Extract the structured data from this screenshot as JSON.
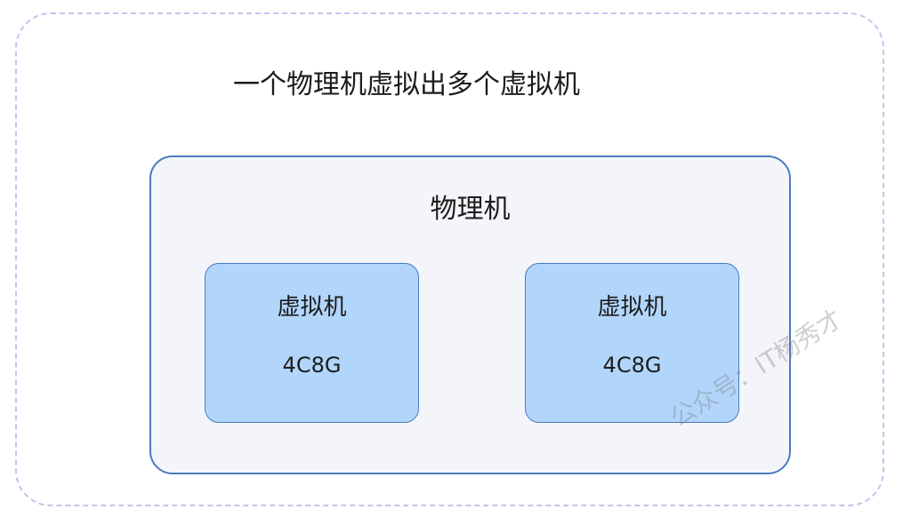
{
  "diagram": {
    "title": "一个物理机虚拟出多个虚拟机",
    "host": {
      "label": "物理机",
      "vms": [
        {
          "name": "虚拟机",
          "spec": "4C8G"
        },
        {
          "name": "虚拟机",
          "spec": "4C8G"
        }
      ]
    },
    "watermark": "公众号：IT杨秀才"
  },
  "colors": {
    "outer_border": "#c9c2ec",
    "host_border": "#4a7bbf",
    "host_fill": "#f4f5fa",
    "vm_fill": "#b2d6fb"
  }
}
